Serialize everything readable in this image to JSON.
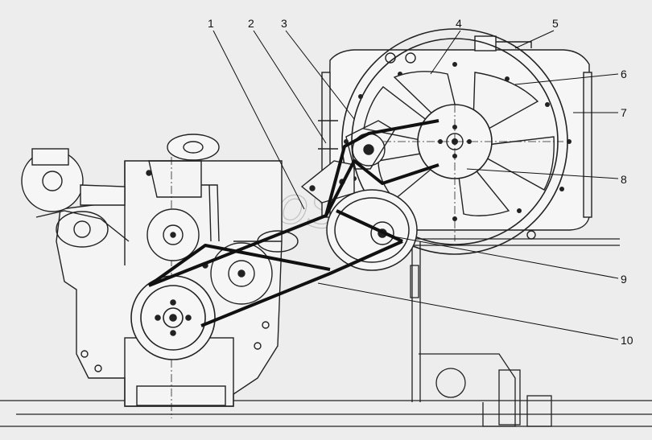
{
  "diagram": {
    "callouts": [
      "1",
      "2",
      "3",
      "4",
      "5",
      "6",
      "7",
      "8",
      "9",
      "10"
    ],
    "watermark": "AutoSoft"
  }
}
